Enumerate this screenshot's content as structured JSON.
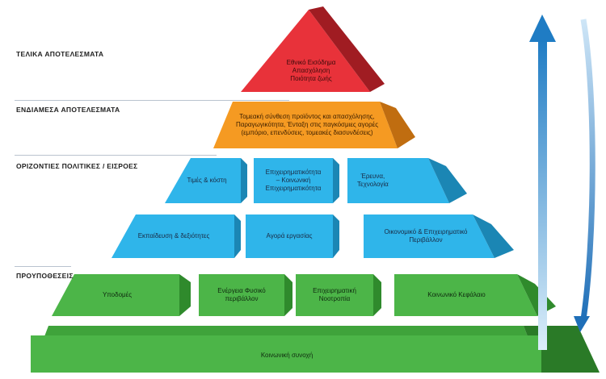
{
  "levels": {
    "final": "ΤΕΛΙΚΑ ΑΠΟΤΕΛΕΣΜΑΤΑ",
    "intermediate": "ΕΝΔΙΑΜΕΣΑ ΑΠΟΤΕΛΕΣΜΑΤΑ",
    "horizontal": "ΟΡΙΖΟΝΤΙΕΣ ΠΟΛΙΤΙΚΕΣ / ΕΙΣΡΟΕΣ",
    "prerequisites": "ΠΡΟΥΠΟΘΕΣΕΙΣ"
  },
  "blocks": {
    "apex": "Εθνικό Εισόδημα\nΑπασχόληση\nΠοιότητα ζωής",
    "orange": "Τομεακή σύνθεση προϊόντος και απασχόλησης,\nΠαραγωγικότητα, Ένταξη στις παγκόσμιες αγορές\n(εμπόριο, επενδύσεις, τομεακές διασυνδέσεις)",
    "prices": "Τιμές & κόστη",
    "entrepreneurship": "Επιχειρηματικότητα\n– Κοινωνική\nΕπιχειρηματικότητα",
    "research": "Έρευνα,\nΤεχνολογία",
    "education": "Εκπαίδευση & δεξιότητες",
    "labour": "Αγορά εργασίας",
    "economic_env": "Οικονομικό & Επιχειρηματικό\nΠεριβάλλον",
    "infrastructure": "Υποδομές",
    "energy": "Ενέργεια Φυσικό\nπεριβάλλον",
    "mentality": "Επιχειρηματική\nΝοοτροπία",
    "social_capital": "Κοινωνικό Κεφάλαιο",
    "cohesion": "Κοινωνική συνοχή"
  },
  "colors": {
    "red": "#e8323a",
    "orange": "#f59a22",
    "blue": "#2fb5ea",
    "green": "#4cb548",
    "arrow_blue": "#1f7cc4"
  }
}
